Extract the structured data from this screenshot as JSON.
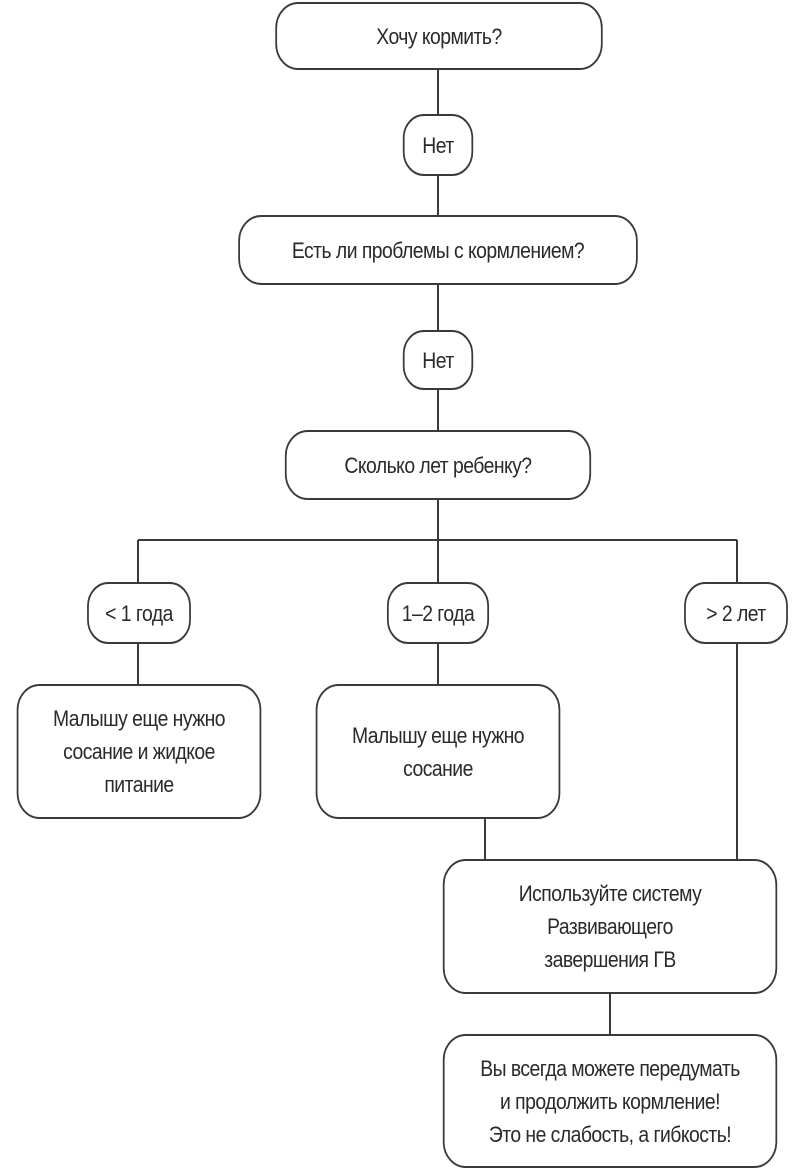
{
  "nodes": {
    "q1": "Хочу кормить?",
    "a1": "Нет",
    "q2": "Есть ли проблемы с кормлением?",
    "a2": "Нет",
    "q3": "Сколько лет ребенку?",
    "b1": "< 1 года",
    "b2": "1–2 года",
    "b3": "> 2 лет",
    "r1": "Малышу еще нужно\nсосание и жидкое\nпитание",
    "r2": "Малышу еще нужно\nсосание",
    "r3": "Используйте систему\nРазвивающего\nзавершения ГВ",
    "r4": "Вы всегда можете передумать\nи продолжить кормление!\nЭто не слабость, а гибкость!"
  }
}
